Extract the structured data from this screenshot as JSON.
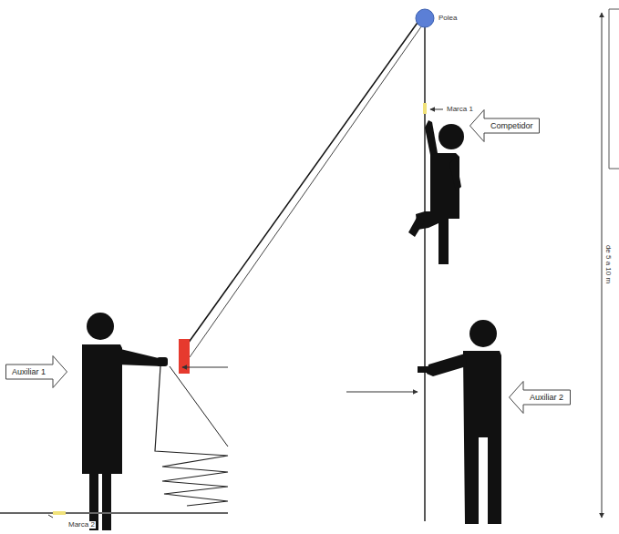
{
  "diagram": {
    "nodes": [
      {
        "text": [
          "Competidor"
        ]
      },
      {
        "text": [
          "Auxiliar 1"
        ]
      },
      {
        "text": [
          "Auxiliar 2"
        ]
      }
    ],
    "labels": [
      "Polea",
      "Marca 1",
      "de 5 a 10 m",
      "Marca 2"
    ]
  }
}
